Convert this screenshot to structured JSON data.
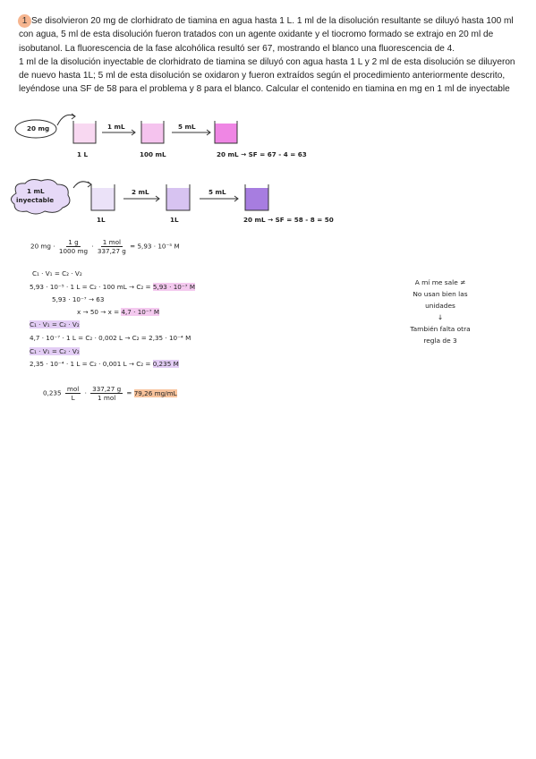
{
  "problem": {
    "number": "1",
    "paragraph1": "Se disolvieron 20 mg de clorhidrato de tiamina en agua hasta 1 L. 1 ml de la disolución resultante se diluyó hasta 100 ml con agua, 5 ml de esta disolución fueron tratados con un agente oxidante y el tiocromo formado se extrajo en 20 ml de isobutanol. La fluorescencia de la fase alcohólica resultó ser 67, mostrando el blanco una fluorescencia de 4.",
    "paragraph2": "1 ml de la disolución inyectable de clorhidrato de tiamina se diluyó con agua hasta 1 L y 2 ml de esta disolución se diluyeron de nuevo hasta 1L; 5 ml de esta disolución se oxidaron y fueron extraídos según el procedimiento anteriormente descrito, leyéndose una SF de 58 para el problema y 8 para el blanco. Calcular el contenido en tiamina en mg en 1 ml de inyectable"
  },
  "diagram1": {
    "start_label": "20 mg",
    "arrow1": "1 mL",
    "arrow2": "5 mL",
    "beaker1": "1 L",
    "beaker2": "100 mL",
    "beaker3": "20 mL → SF = 67 - 4 = 63",
    "colors": [
      "#f8d8f1",
      "#f5c3ee",
      "#ef86e4"
    ]
  },
  "diagram2": {
    "start_label1": "1 mL",
    "start_label2": "inyectable",
    "arrow1": "2 mL",
    "arrow2": "5 mL",
    "beaker1": "1L",
    "beaker2": "1L",
    "beaker3": "20 mL → SF = 58 - 8 = 50",
    "colors": [
      "#ebe2f8",
      "#d7c3f1",
      "#a77de0"
    ]
  },
  "calc": {
    "conv_lhs": "20 mg ·",
    "f1_num": "1 g",
    "f1_den": "1000 mg",
    "f2_num": "1 mol",
    "f2_den": "337,27 g",
    "conv_res": "= 5,93 · 10⁻⁵ M",
    "l1": "C₁ · V₁ = C₂ · V₂",
    "l2a": "5,93 · 10⁻⁵ · 1 L = C₂ · 100 mL → C₂ =",
    "l2b": "5,93 · 10⁻⁷ M",
    "l3": "5,93 · 10⁻⁷ → 63",
    "l4a": "x    → 50    → x =",
    "l4b": "4,7 · 10⁻⁷ M",
    "l5": "C₁ · V₁ = C₂ · V₂",
    "l6": "4,7 · 10⁻⁷ · 1 L = C₂ · 0,002 L → C₂ = 2,35 · 10⁻⁴ M",
    "l7": "C₁ · V₁ = C₂ · V₂",
    "l8a": "2,35 · 10⁻⁴ · 1 L = C₂ · 0,001 L → C₂ =",
    "l8b": "0,235 M",
    "final_lhs": "0,235",
    "final_f1_num": "mol",
    "final_f1_den": "L",
    "final_f2_num": "337,27 g",
    "final_f2_den": "1 mol",
    "final_res": "79,26 mg/mL"
  },
  "note": {
    "l1": "A mí me sale ≠",
    "l2": "No usan bien las",
    "l3": "unidades",
    "l4": "↓",
    "l5": "También falta otra",
    "l6": "regla de 3"
  }
}
